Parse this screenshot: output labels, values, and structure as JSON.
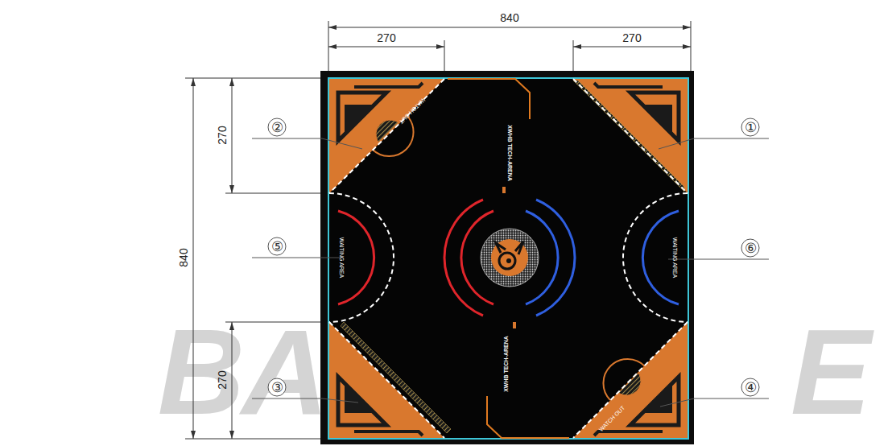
{
  "diagram": {
    "labels": [
      "840",
      "270",
      "270",
      "840",
      "270",
      "270",
      "①",
      "②",
      "③",
      "④",
      "⑤",
      "⑥",
      "XWHB TECH-ARENA",
      "XWHB TECH-ARENA",
      "WAITING AREA",
      "WAITING AREA",
      "WATCH OUT",
      "WATCH OUT",
      "BA",
      "E"
    ]
  }
}
